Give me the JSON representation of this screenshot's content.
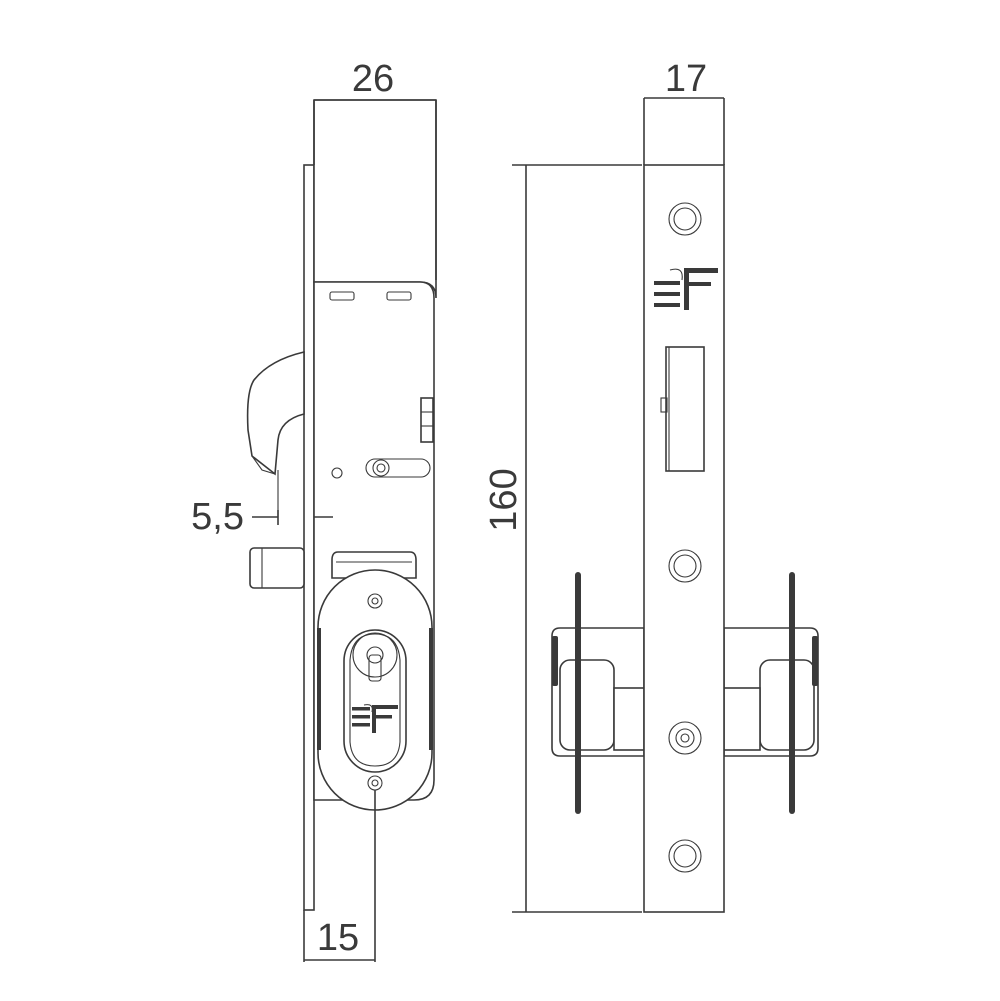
{
  "dimensions": {
    "backset_width": "26",
    "faceplate_width": "17",
    "height": "160",
    "hook_offset": "5,5",
    "cylinder_center": "15"
  },
  "colors": {
    "line": "#3a3a3a",
    "background": "#ffffff"
  }
}
